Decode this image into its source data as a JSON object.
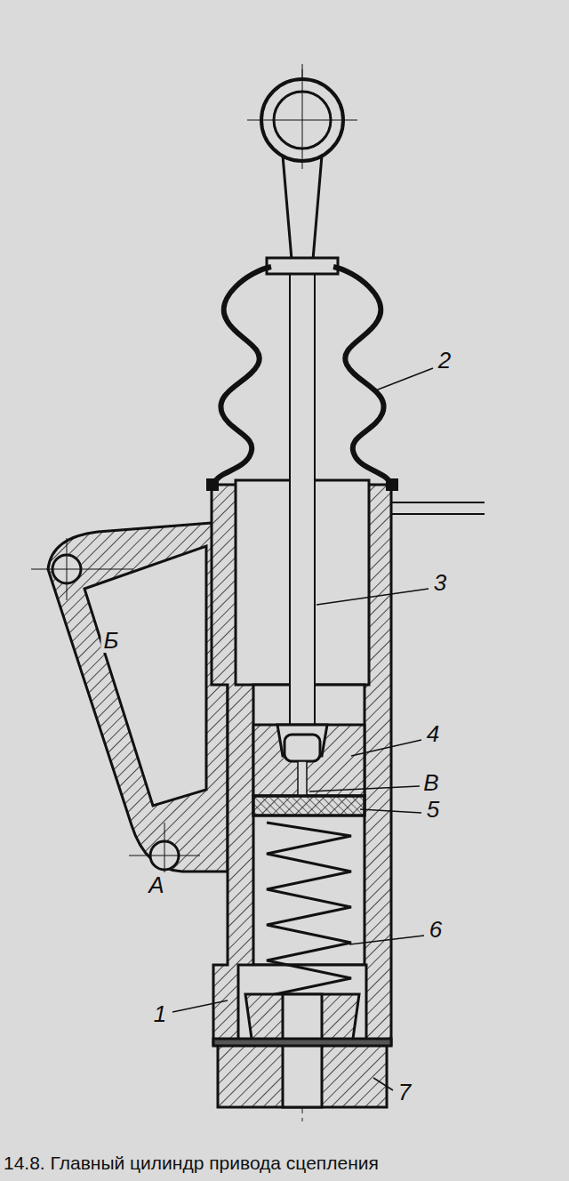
{
  "diagram": {
    "caption": "14.8. Главный цилиндр привода сцепления",
    "labels": [
      "2",
      "3",
      "4",
      "В",
      "5",
      "Б",
      "А",
      "6",
      "1",
      "7"
    ]
  }
}
